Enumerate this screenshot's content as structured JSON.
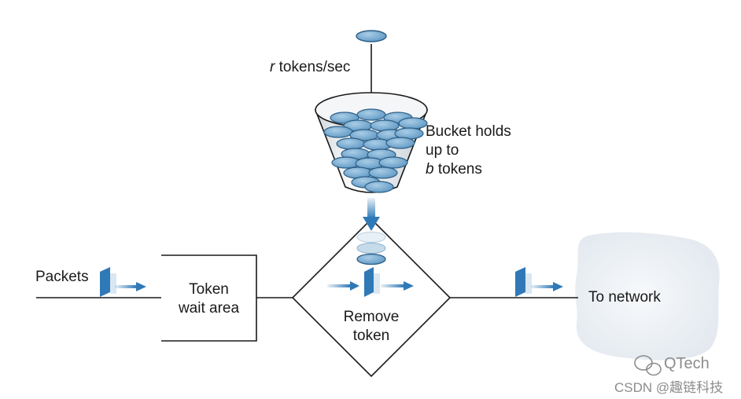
{
  "diagram": {
    "rate_label_var": "r",
    "rate_label_rest": " tokens/sec",
    "bucket_label": {
      "line1": "Bucket holds",
      "line2": "up to",
      "line3_var": "b",
      "line3_rest": " tokens"
    },
    "packets_label": "Packets",
    "wait_area_label": {
      "line1": "Token",
      "line2": "wait area"
    },
    "remove_label": {
      "line1": "Remove",
      "line2": "token"
    },
    "network_label": "To network"
  },
  "watermark": {
    "brand": "QTech",
    "source": "CSDN @趣链科技"
  },
  "colors": {
    "token_fill": "#6fa6cf",
    "token_stroke": "#2e5f86",
    "arrow_blue": "#2f79b7",
    "line": "#1a1a1a",
    "cloud": "#ecf0f4"
  }
}
